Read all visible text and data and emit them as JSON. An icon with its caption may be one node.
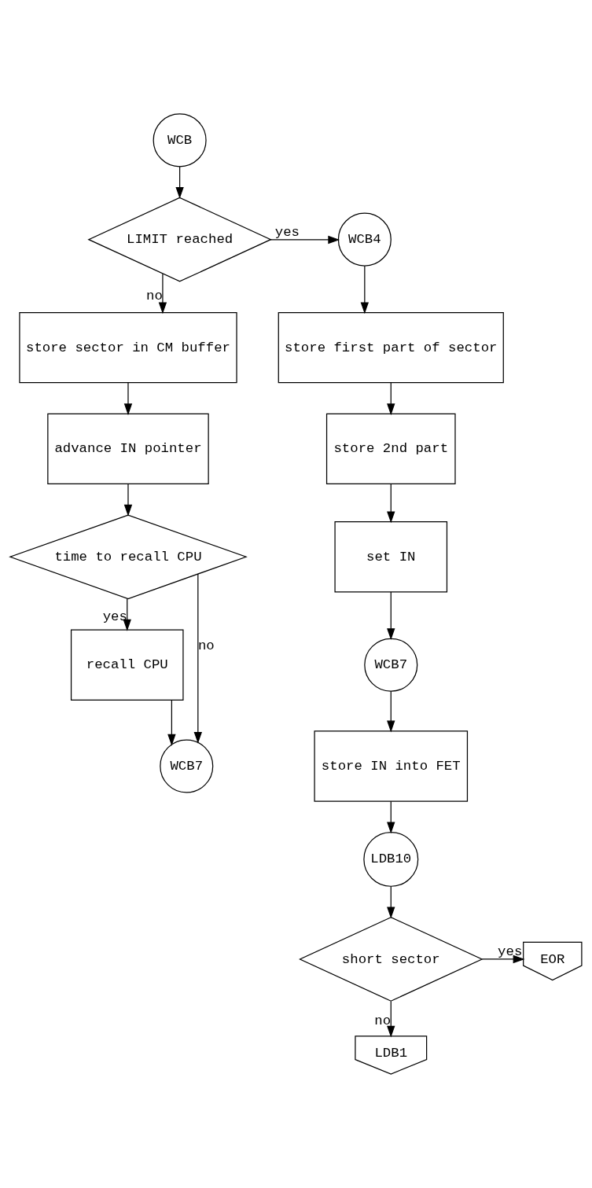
{
  "diagram": {
    "nodes": [
      {
        "text": [
          "WCB"
        ]
      },
      {
        "text": [
          "LIMIT reached"
        ]
      },
      {
        "text": [
          "store sector in CM buffer"
        ]
      },
      {
        "text": [
          "advance IN pointer"
        ]
      },
      {
        "text": [
          "time to recall CPU"
        ]
      },
      {
        "text": [
          "recall CPU"
        ]
      },
      {
        "text": [
          "WCB7"
        ]
      },
      {
        "text": [
          "WCB4"
        ]
      },
      {
        "text": [
          "store first part of sector"
        ]
      },
      {
        "text": [
          "store 2nd part"
        ]
      },
      {
        "text": [
          "set IN"
        ]
      },
      {
        "text": [
          "WCB7"
        ]
      },
      {
        "text": [
          "store IN into FET"
        ]
      },
      {
        "text": [
          "LDB10"
        ]
      },
      {
        "text": [
          "short sector"
        ]
      },
      {
        "text": [
          "EOR"
        ]
      },
      {
        "text": [
          "LDB1"
        ]
      }
    ],
    "edges": [
      {
        "from": 0,
        "to": 1,
        "arrow": "to"
      },
      {
        "from": 1,
        "to": 7,
        "arrow": "to",
        "label": "yes"
      },
      {
        "from": 1,
        "to": 2,
        "arrow": "to",
        "label": "no"
      },
      {
        "from": 2,
        "to": 3,
        "arrow": "to"
      },
      {
        "from": 3,
        "to": 4,
        "arrow": "to"
      },
      {
        "from": 4,
        "to": 6,
        "arrow": "to",
        "label": "no"
      },
      {
        "from": 4,
        "to": 5,
        "arrow": "to",
        "label": "yes"
      },
      {
        "from": 5,
        "to": 6,
        "arrow": "to"
      },
      {
        "from": 7,
        "to": 8,
        "arrow": "to"
      },
      {
        "from": 8,
        "to": 9,
        "arrow": "to"
      },
      {
        "from": 9,
        "to": 10,
        "arrow": "to"
      },
      {
        "from": 10,
        "to": 11,
        "arrow": "to"
      },
      {
        "from": 11,
        "to": 12,
        "arrow": "to"
      },
      {
        "from": 12,
        "to": 13,
        "arrow": "to"
      },
      {
        "from": 13,
        "to": 14,
        "arrow": "to"
      },
      {
        "from": 14,
        "to": 15,
        "arrow": "to",
        "label": "yes"
      },
      {
        "from": 14,
        "to": 16,
        "arrow": "to",
        "label": "no"
      }
    ]
  }
}
